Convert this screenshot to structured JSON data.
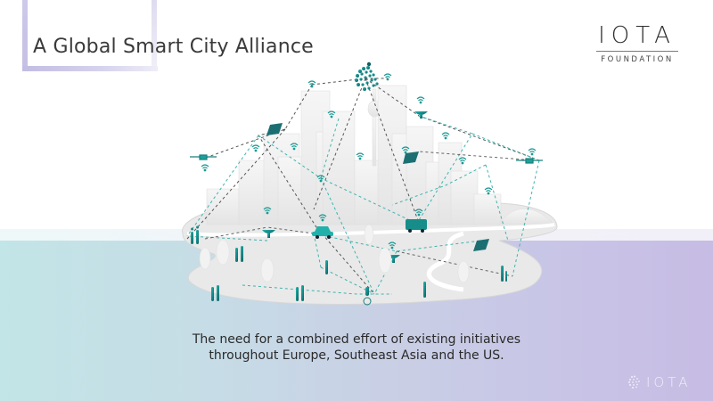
{
  "slide": {
    "title": "A Global Smart City Alliance",
    "caption": "The need for a combined effort of existing initiatives throughout Europe, Southeast Asia and the US."
  },
  "logo": {
    "main": "IOTA",
    "sub": "FOUNDATION"
  },
  "watermark": {
    "text": "IOTA",
    "icon": "iota-dots-icon"
  },
  "illustration": {
    "description": "Smart city network illustration: skyline with TV tower, connected IoT nodes (wifi signals, drones, solar panels, satellite dishes, car, van, people, cyclist) linked by dashed lines to a central IOTA logo",
    "icons": [
      "iota-logo-icon",
      "wifi-icon",
      "drone-icon",
      "solar-panel-icon",
      "satellite-dish-icon",
      "car-icon",
      "van-icon",
      "person-icon",
      "cyclist-icon",
      "phone-icon",
      "tree-icon",
      "building-icon"
    ]
  },
  "colors": {
    "accent_teal": "#1fa9a4",
    "dark_teal": "#0f5f63",
    "band_left": "#c2e5e7",
    "band_right": "#c7bce4",
    "frame": "#c4bfe4",
    "text": "#2a2a2a"
  }
}
